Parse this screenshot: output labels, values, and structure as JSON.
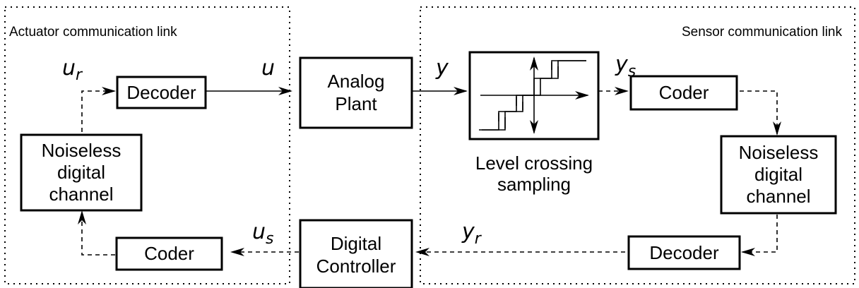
{
  "regions": {
    "actuator_link": "Actuator communication link",
    "sensor_link": "Sensor communication link"
  },
  "blocks": {
    "decoder_actuator": [
      "Decoder"
    ],
    "analog_plant": [
      "Analog",
      "Plant"
    ],
    "channel_actuator": [
      "Noiseless",
      "digital",
      "channel"
    ],
    "coder_actuator": [
      "Coder"
    ],
    "digital_controller": [
      "Digital",
      "Controller"
    ],
    "coder_sensor": [
      "Coder"
    ],
    "channel_sensor": [
      "Noiseless",
      "digital",
      "channel"
    ],
    "decoder_sensor": [
      "Decoder"
    ]
  },
  "sampler_caption": [
    "Level crossing",
    "sampling"
  ],
  "signals": {
    "u_r": {
      "base": "u",
      "sub": "r"
    },
    "u": {
      "base": "u",
      "sub": ""
    },
    "y": {
      "base": "y",
      "sub": ""
    },
    "y_s": {
      "base": "y",
      "sub": "s"
    },
    "y_r": {
      "base": "y",
      "sub": "r"
    },
    "u_s": {
      "base": "u",
      "sub": "s"
    }
  }
}
